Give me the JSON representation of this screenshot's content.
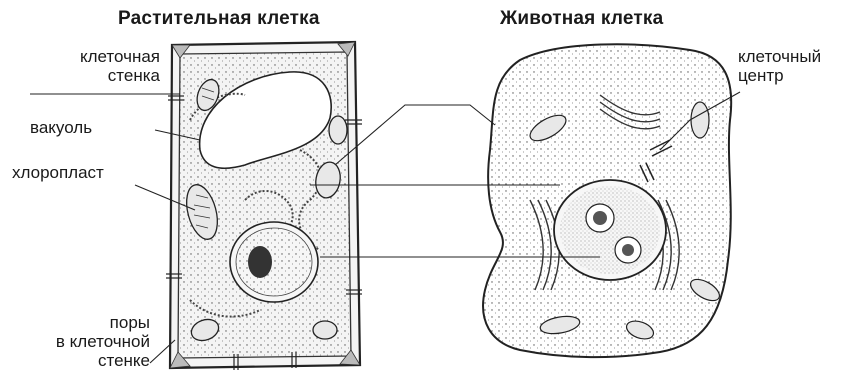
{
  "titles": {
    "plant": "Растительная клетка",
    "animal": "Животная клетка"
  },
  "labels": {
    "cell_wall_1": "клеточная",
    "cell_wall_2": "стенка",
    "vacuole": "вакуоль",
    "chloroplast": "хлоропласт",
    "pores_1": "поры",
    "pores_2": "в клеточной",
    "pores_3": "стенке",
    "centrosome_1": "клеточный",
    "centrosome_2": "центр"
  }
}
